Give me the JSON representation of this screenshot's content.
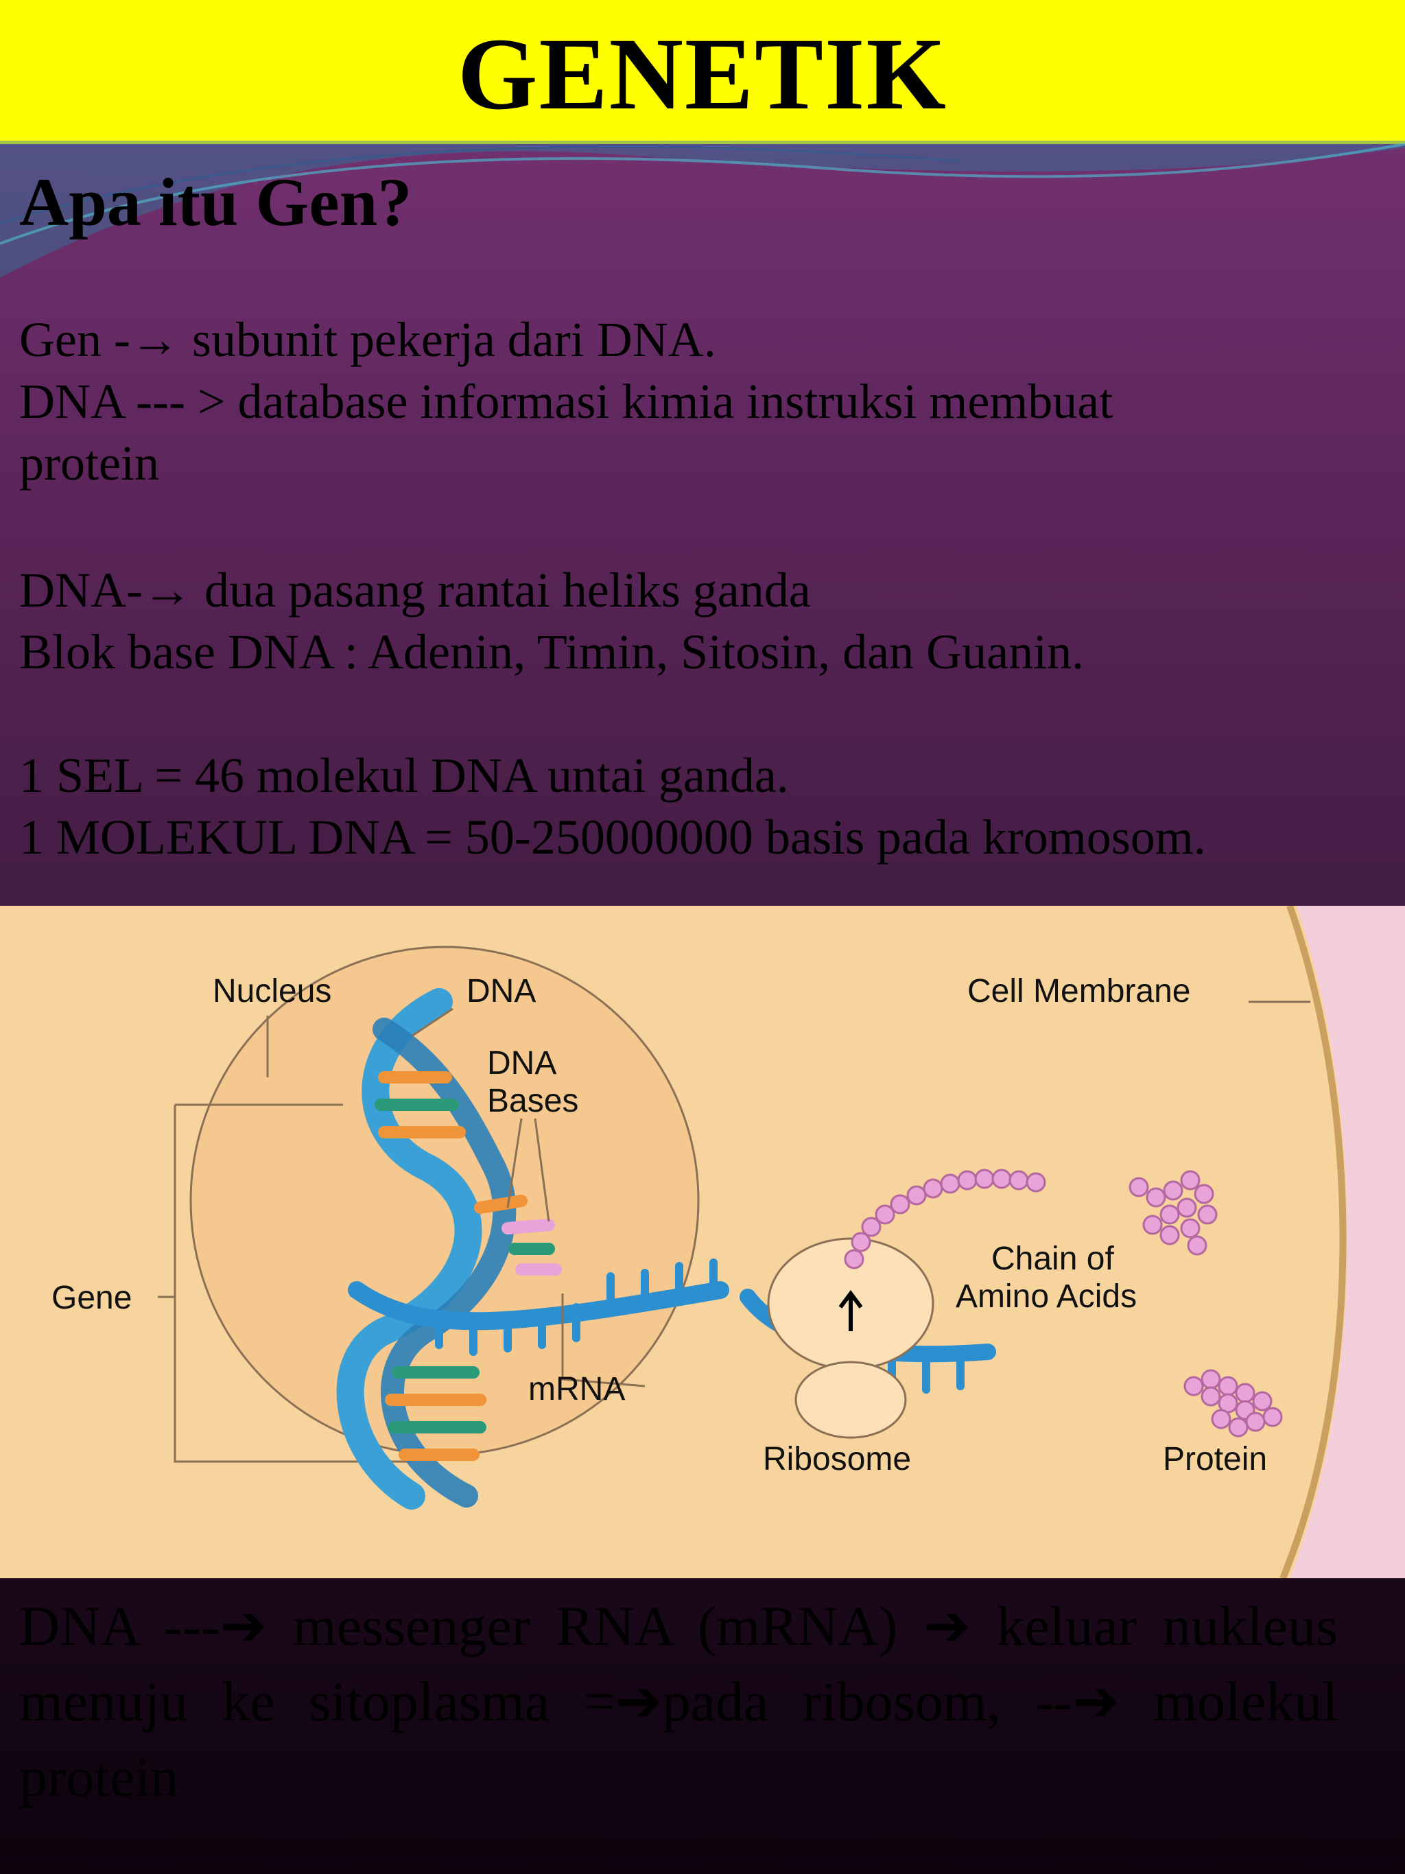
{
  "slide": {
    "title": "GENETIK",
    "heading": "Apa itu Gen?",
    "lines": [
      "Gen -→  subunit pekerja dari DNA.",
      "DNA --- > database informasi kimia instruksi membuat",
      "protein",
      "DNA-→ dua pasang rantai heliks ganda",
      "Blok base DNA :   Adenin, Timin, Sitosin, dan Guanin.",
      "1 SEL =  46 molekul DNA untai ganda.",
      "1 MOLEKUL DNA =  50-250000000 basis pada kromosom."
    ],
    "bottom_text": "DNA  ---➔ messenger RNA (mRNA) ➔ keluar nukleus menuju ke sitoplasma =➔pada ribosom, --➔  molekul protein"
  },
  "diagram": {
    "labels": {
      "nucleus": "Nucleus",
      "dna": "DNA",
      "dna_bases_1": "DNA",
      "dna_bases_2": "Bases",
      "cell_membrane": "Cell Membrane",
      "gene": "Gene",
      "chain_1": "Chain of",
      "chain_2": "Amino Acids",
      "mrna": "mRNA",
      "ribosome": "Ribosome",
      "protein": "Protein"
    }
  },
  "colors": {
    "title_bar": "#ffff00",
    "diagram_bg": "#f7d39d",
    "helix": "#3aa0d6",
    "amino": "#e8a3d8"
  }
}
